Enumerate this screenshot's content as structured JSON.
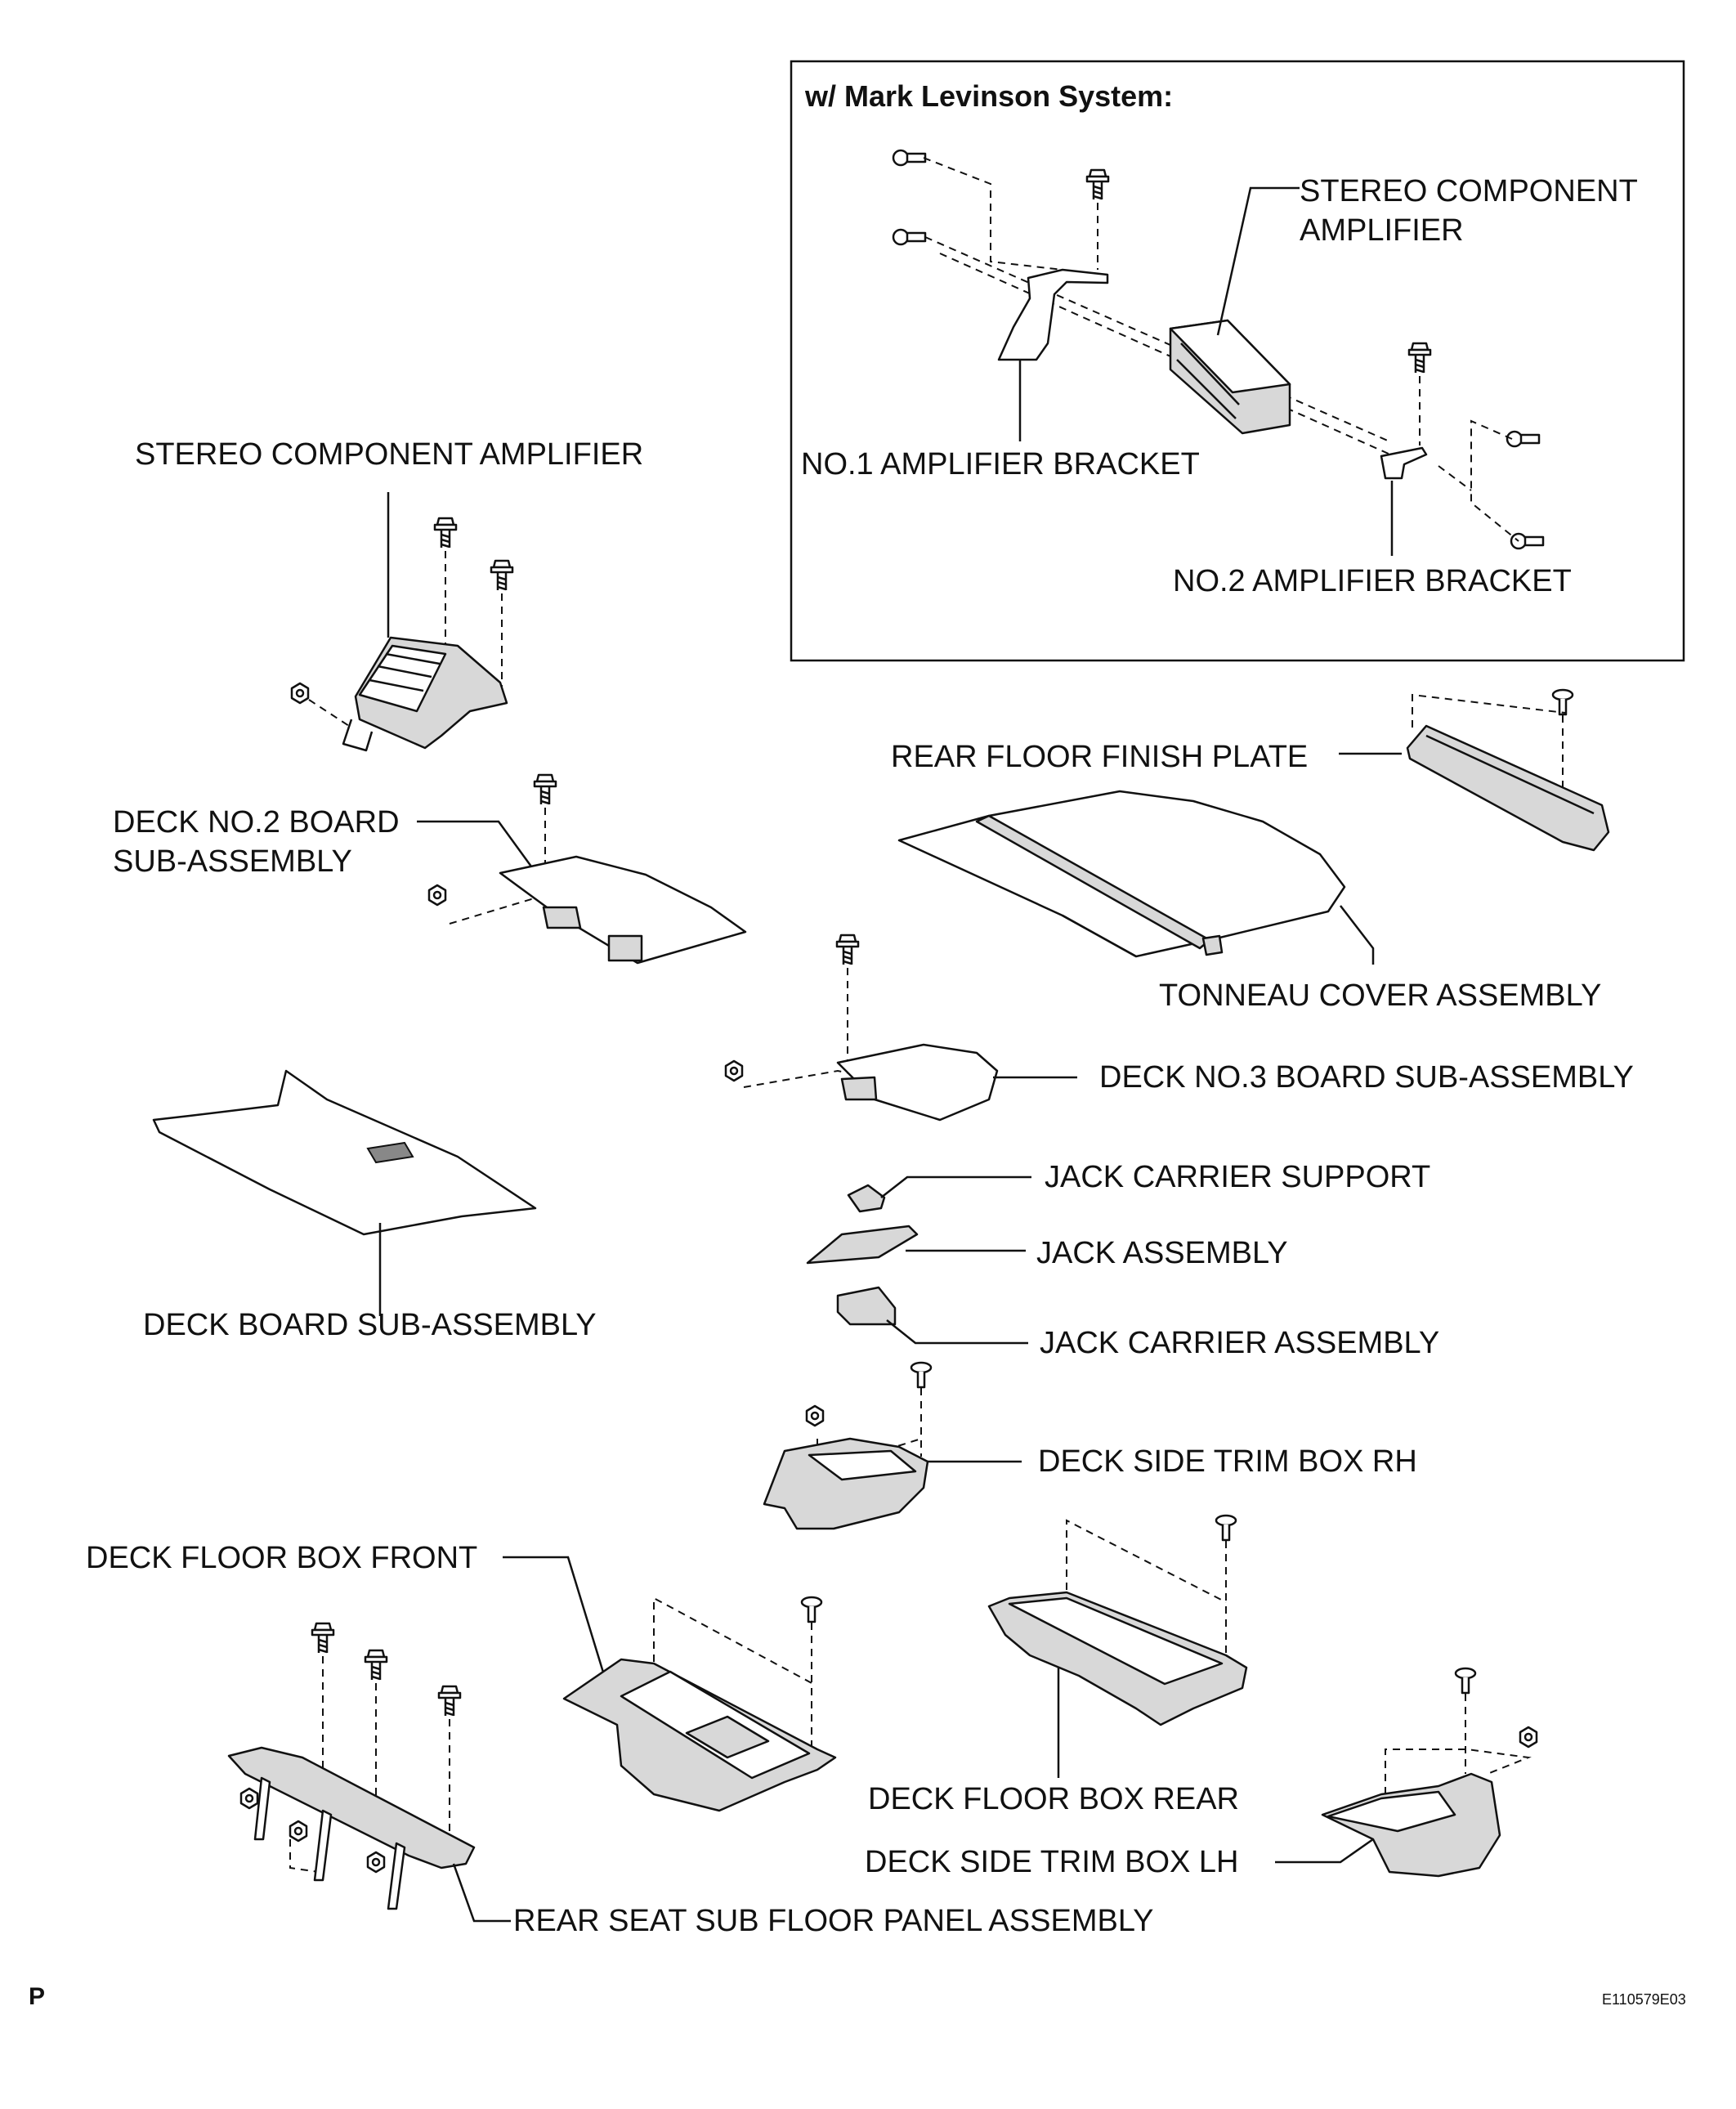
{
  "inset": {
    "title": "w/ Mark Levinson System:",
    "amp_line1": "STEREO COMPONENT",
    "amp_line2": "AMPLIFIER",
    "bracket1": "NO.1 AMPLIFIER BRACKET",
    "bracket2": "NO.2 AMPLIFIER BRACKET"
  },
  "labels": {
    "stereo_amp": "STEREO COMPONENT AMPLIFIER",
    "rear_floor_finish_plate": "REAR FLOOR FINISH PLATE",
    "deck_no2_line1": "DECK NO.2 BOARD",
    "deck_no2_line2": "SUB-ASSEMBLY",
    "tonneau_cover": "TONNEAU COVER ASSEMBLY",
    "deck_no3": "DECK NO.3 BOARD SUB-ASSEMBLY",
    "jack_carrier_support": "JACK CARRIER SUPPORT",
    "jack_assembly": "JACK ASSEMBLY",
    "jack_carrier_assembly": "JACK CARRIER ASSEMBLY",
    "deck_board": "DECK BOARD SUB-ASSEMBLY",
    "deck_side_trim_rh": "DECK SIDE TRIM BOX RH",
    "deck_floor_box_front": "DECK FLOOR BOX FRONT",
    "deck_floor_box_rear": "DECK FLOOR BOX REAR",
    "deck_side_trim_lh": "DECK SIDE TRIM BOX LH",
    "rear_seat_sub_floor": "REAR SEAT SUB FLOOR PANEL ASSEMBLY"
  },
  "footer": {
    "corner_letter": "P",
    "figure_code": "E110579E03"
  }
}
